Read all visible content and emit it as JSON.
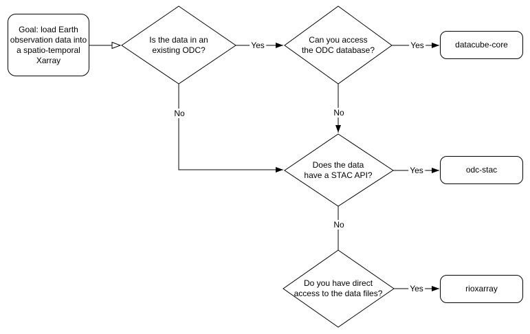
{
  "diagram": {
    "nodes": {
      "start": {
        "label": "Goal: load Earth\nobservation data into\na spatio-temporal\nXarray",
        "shape": "rounded-rectangle"
      },
      "d1": {
        "label": "Is the data in an\nexisting ODC?",
        "shape": "diamond"
      },
      "d2": {
        "label": "Can you access\nthe ODC database?",
        "shape": "diamond"
      },
      "d3": {
        "label": "Does the data\nhave a STAC API?",
        "shape": "diamond"
      },
      "d4": {
        "label": "Do you have direct\naccess to the data files?",
        "shape": "diamond"
      },
      "r1": {
        "label": "datacube-core",
        "shape": "rounded-rectangle"
      },
      "r2": {
        "label": "odc-stac",
        "shape": "rounded-rectangle"
      },
      "r3": {
        "label": "rioxarray",
        "shape": "rounded-rectangle"
      }
    },
    "edges": [
      {
        "from": "start",
        "to": "d1",
        "label": "",
        "arrow": "open"
      },
      {
        "from": "d1",
        "to": "d2",
        "label": "Yes",
        "arrow": "filled"
      },
      {
        "from": "d1",
        "to": "d3",
        "label": "No",
        "arrow": "filled"
      },
      {
        "from": "d2",
        "to": "r1",
        "label": "Yes",
        "arrow": "filled"
      },
      {
        "from": "d2",
        "to": "d3",
        "label": "No",
        "arrow": "filled"
      },
      {
        "from": "d3",
        "to": "r2",
        "label": "Yes",
        "arrow": "filled"
      },
      {
        "from": "d3",
        "to": "d4",
        "label": "No",
        "arrow": "none"
      },
      {
        "from": "d4",
        "to": "r3",
        "label": "Yes",
        "arrow": "filled"
      }
    ],
    "colors": {
      "stroke": "#000000",
      "node_fill": "#ffffff",
      "background": "#ffffff",
      "text": "#000000"
    }
  }
}
